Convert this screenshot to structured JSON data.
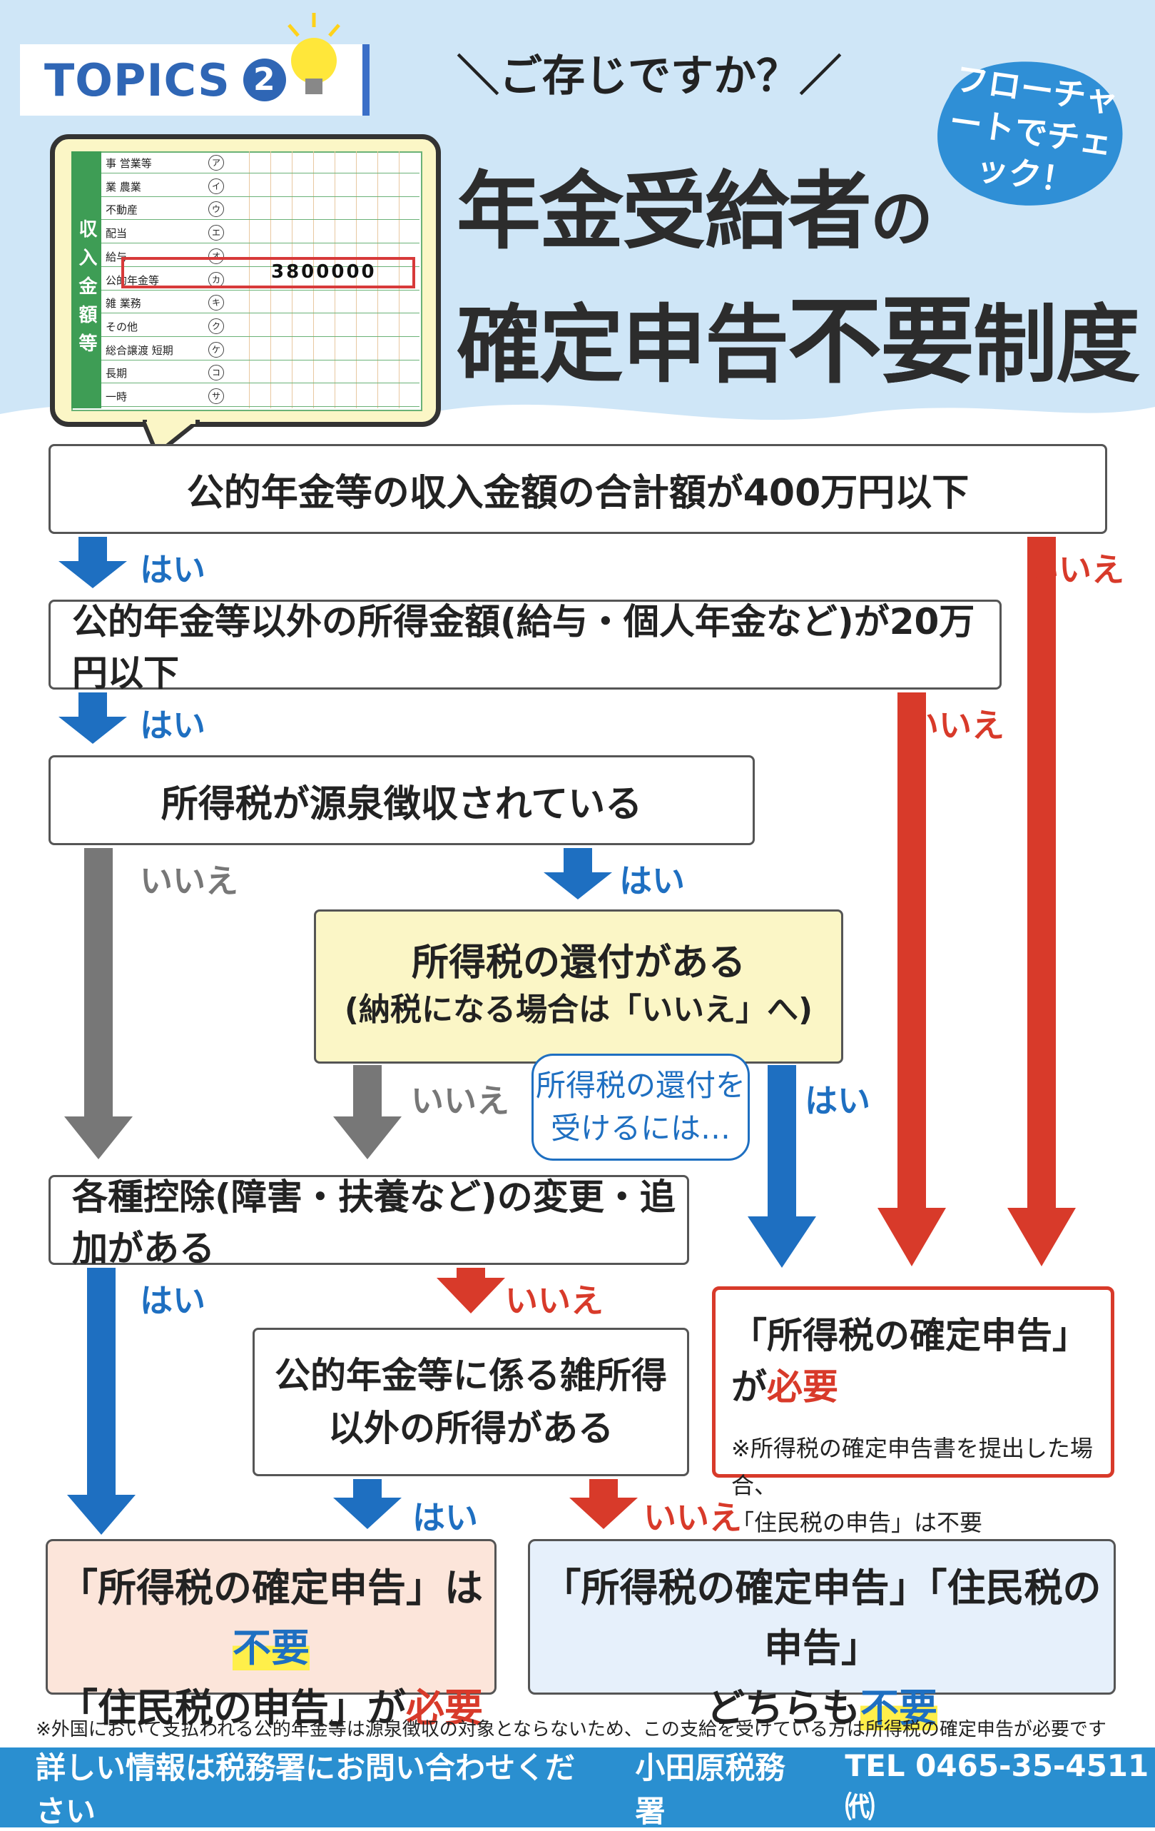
{
  "header": {
    "topics_label": "TOPICS",
    "topics_number": "2",
    "subtitle": "＼ご存じですか？／",
    "title_line1_a": "年金受給者",
    "title_line1_b": "の",
    "title_line2_a": "確定申告",
    "title_line2_b": "不要",
    "title_line2_c": "制度",
    "badge": "フローチャートでチェック！"
  },
  "form": {
    "side_label": "収入金額等",
    "rows": [
      {
        "label": "事 営業等",
        "code": "ア"
      },
      {
        "label": "業 農業",
        "code": "イ"
      },
      {
        "label": "不動産",
        "code": "ウ"
      },
      {
        "label": "配当",
        "code": "エ"
      },
      {
        "label": "給与",
        "code": "オ"
      },
      {
        "label": "公的年金等",
        "code": "カ"
      },
      {
        "label": "雑 業務",
        "code": "キ"
      },
      {
        "label": "その他",
        "code": "ク"
      },
      {
        "label": "総合譲渡 短期",
        "code": "ケ"
      },
      {
        "label": "長期",
        "code": "コ"
      },
      {
        "label": "一時",
        "code": "サ"
      }
    ],
    "amount": "3800000"
  },
  "flow": {
    "q1": "公的年金等の収入金額の合計額が400万円以下",
    "q2": "公的年金等以外の所得金額(給与・個人年金など)が20万円以下",
    "q3": "所得税が源泉徴収されている",
    "q4_line1": "所得税の還付がある",
    "q4_line2": "(納税になる場合は「いいえ」へ)",
    "q5": "各種控除(障害・扶養など)の変更・追加がある",
    "q6_line1": "公的年金等に係る雑所得",
    "q6_line2": "以外の所得がある",
    "yes": "はい",
    "no": "いいえ",
    "bubble": "所得税の還付を受けるには…"
  },
  "results": {
    "required_title_a": "「所得税の確定申告」が",
    "required_title_b": "必要",
    "required_note_1": "※所得税の確定申告書を提出した場合、",
    "required_note_2": "「住民税の申告」は不要",
    "res1_line1_a": "「所得税の確定申告」は",
    "res1_line1_b": "不要",
    "res1_line2_a": "「住民税の申告」が",
    "res1_line2_b": "必要",
    "res2_line1": "「所得税の確定申告」「住民税の申告」",
    "res2_line2_a": "どちらも",
    "res2_line2_b": "不要"
  },
  "footnote": "※外国において支払われる公的年金等は源泉徴収の対象とならないため、この支給を受けている方は所得税の確定申告が必要です",
  "footer": {
    "info": "詳しい情報は税務署にお問い合わせください",
    "office": "小田原税務署",
    "tel": "TEL 0465-35-4511㈹"
  },
  "colors": {
    "blue": "#1e6fc1",
    "red": "#d83a2a",
    "gray": "#777777",
    "yellow": "#fbf6c6"
  }
}
